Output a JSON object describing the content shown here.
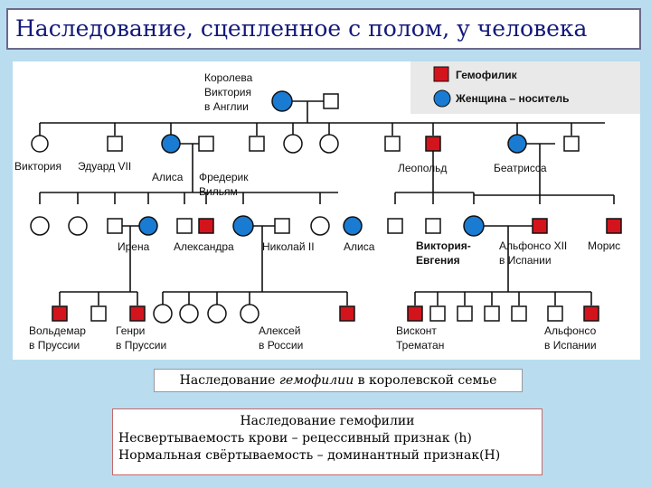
{
  "title": "Наследование, сцепленное с полом, у человека",
  "legend": {
    "hemophiliac": "Гемофилик",
    "carrier": "Женщина – носитель"
  },
  "colors": {
    "affected": "#d4141c",
    "carrier": "#1a7bd2",
    "line": "#111111",
    "background": "#b9dcef"
  },
  "people": {
    "victoria_queen_1": "Королева",
    "victoria_queen_2": "Виктория",
    "victoria_queen_3": "в Англии",
    "victoria": "Виктория",
    "edward": "Эдуард VII",
    "alice": "Алиса",
    "frederick_1": "Фредерик",
    "frederick_2": "Вильям",
    "leopold": "Леопольд",
    "beatrice": "Беатрисса",
    "irena": "Ирена",
    "alexandra": "Александра",
    "nicholas": "Николай II",
    "alisa2": "Алиса",
    "victoria_eugenie_1": "Виктория-",
    "victoria_eugenie_2": "Евгения",
    "alfonso12_1": "Альфонсо XII",
    "alfonso12_2": "в Испании",
    "maurice": "Морис",
    "waldemar_1": "Вольдемар",
    "waldemar_2": "в Пруссии",
    "henry_1": "Генри",
    "henry_2": "в Пруссии",
    "alexei_1": "Алексей",
    "alexei_2": "в России",
    "viscount_1": "Висконт",
    "viscount_2": "Трематан",
    "alfonso_1": "Альфонсо",
    "alfonso_2": "в Испании"
  },
  "caption": {
    "prefix": "Наследование ",
    "emph": "гемофилии",
    "suffix": " в королевской семье"
  },
  "info": {
    "heading": "Наследование гемофилии",
    "line1": "Несвертываемость крови – рецессивный признак (h)",
    "line2": "Нормальная свёртываемость – доминантный признак(H)"
  }
}
